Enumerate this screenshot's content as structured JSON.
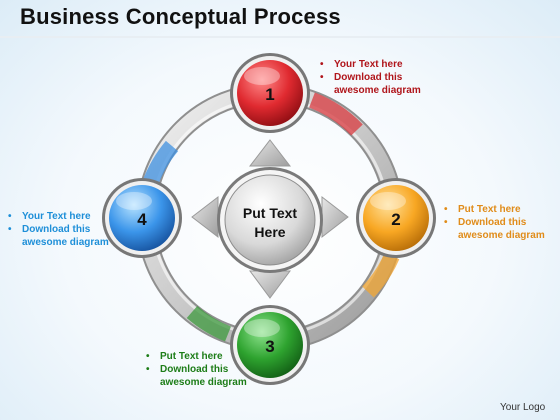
{
  "title": "Business Conceptual Process",
  "center": {
    "line1": "Put Text",
    "line2": "Here"
  },
  "nodes": [
    {
      "label": "1",
      "color": "#d01f25"
    },
    {
      "label": "2",
      "color": "#f6a21c"
    },
    {
      "label": "3",
      "color": "#2a9a2e"
    },
    {
      "label": "4",
      "color": "#2f8ae0"
    }
  ],
  "notes": {
    "node1": {
      "item1": "Your Text here",
      "item2": "Download this",
      "item2_cont": "awesome diagram",
      "color": "#b0151b"
    },
    "node2": {
      "item1": "Put Text here",
      "item2": "Download this",
      "item2_cont": "awesome diagram",
      "color": "#e08c1a"
    },
    "node3": {
      "item1": "Put Text here",
      "item2": "Download this",
      "item2_cont": "awesome diagram",
      "color": "#1d7d18"
    },
    "node4": {
      "item1": "Your Text here",
      "item2": "Download this",
      "item2_cont": "awesome diagram",
      "color": "#1e8fd8"
    }
  },
  "logo": "Your Logo"
}
